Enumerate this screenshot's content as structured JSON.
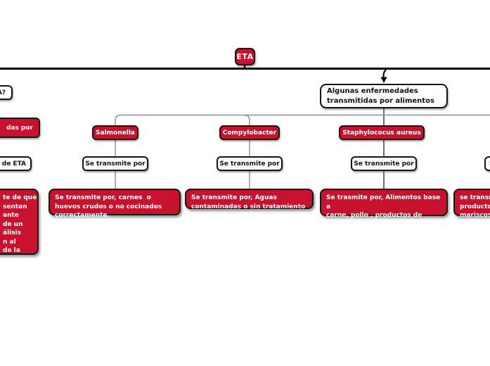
{
  "diagram": {
    "root": {
      "label": "ETA"
    },
    "summary_node": {
      "label": "Algunas enfermedades\ntransmitidas por alimentos"
    },
    "left_column": {
      "question_fragment": "A?",
      "transmitted_fragment": "das por",
      "type_fragment": "e de ETA",
      "desc_fragment": "te de que\nsentan\nante\nde un\nálisis\nn al\nde la"
    },
    "branches": [
      {
        "name": "Salmonella",
        "link": "Se transmite por",
        "desc": "Se transmite por, carnes  o\nhuevos crudos o no cocinados\ncorrectamente."
      },
      {
        "name": "Compylobacter",
        "link": "Se transmite por",
        "desc": "Se transmite por, Aguas\ncontaminadas o sin tratamiento"
      },
      {
        "name": "Staphylococus aureus",
        "link": "Se transmite por",
        "desc": "Se trasmite por, Alimentos base a\ncarne, pollo , productos de\npastelería y rellenos de crema."
      },
      {
        "name": "",
        "link": "Se transmite por",
        "desc": "se transm\nproductos\nmariscos"
      }
    ],
    "colors": {
      "node_red": "#C8112E",
      "node_border": "#141414",
      "connector_gray": "#8F8F8F",
      "trunk_black": "#000000"
    }
  }
}
